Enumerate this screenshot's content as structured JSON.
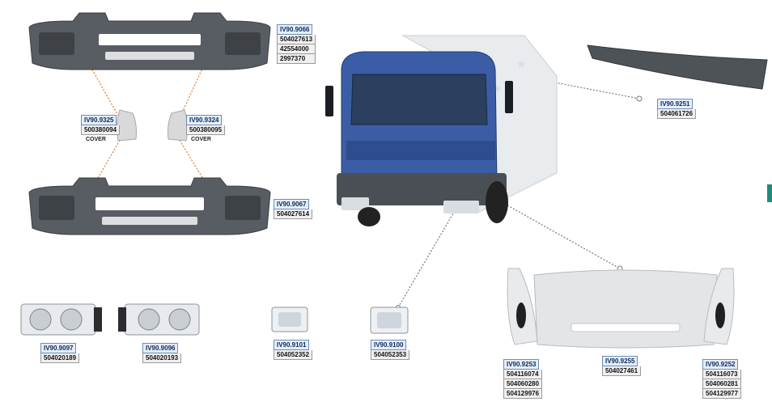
{
  "parts": {
    "front_bumper_top": {
      "code": "IV90.9066",
      "oem": [
        "504027613",
        "42554000",
        "2997370"
      ]
    },
    "cover_left": {
      "code": "IV90.9325",
      "oem": [
        "500380094"
      ],
      "note": "COVER"
    },
    "cover_right": {
      "code": "IV90.9324",
      "oem": [
        "500380095"
      ],
      "note": "COVER"
    },
    "front_bumper_bottom": {
      "code": "IV90.9067",
      "oem": [
        "504027614"
      ]
    },
    "sun_visor": {
      "code": "IV90.9251",
      "oem": [
        "504061726"
      ]
    },
    "headlamp_left": {
      "code": "IV90.9097",
      "oem": [
        "504020189"
      ]
    },
    "headlamp_right": {
      "code": "IV90.9096",
      "oem": [
        "504020193"
      ]
    },
    "fog_lamp_left": {
      "code": "IV90.9101",
      "oem": [
        "504052352"
      ]
    },
    "fog_lamp_right": {
      "code": "IV90.9100",
      "oem": [
        "504052353"
      ]
    },
    "corner_panel_left": {
      "code": "IV90.9253",
      "oem": [
        "504116074",
        "504060280",
        "504129976"
      ]
    },
    "front_grille_panel": {
      "code": "IV90.9255",
      "oem": [
        "504027461"
      ]
    },
    "corner_panel_right": {
      "code": "IV90.9252",
      "oem": [
        "504116073",
        "504060281",
        "504129977"
      ]
    }
  },
  "colors": {
    "code_text": "#0e2a5c",
    "code_bg": "#e4eef8",
    "leader_orange": "#e07a2a",
    "leader_gray": "#777777",
    "truck_blue": "#3b5da6"
  }
}
